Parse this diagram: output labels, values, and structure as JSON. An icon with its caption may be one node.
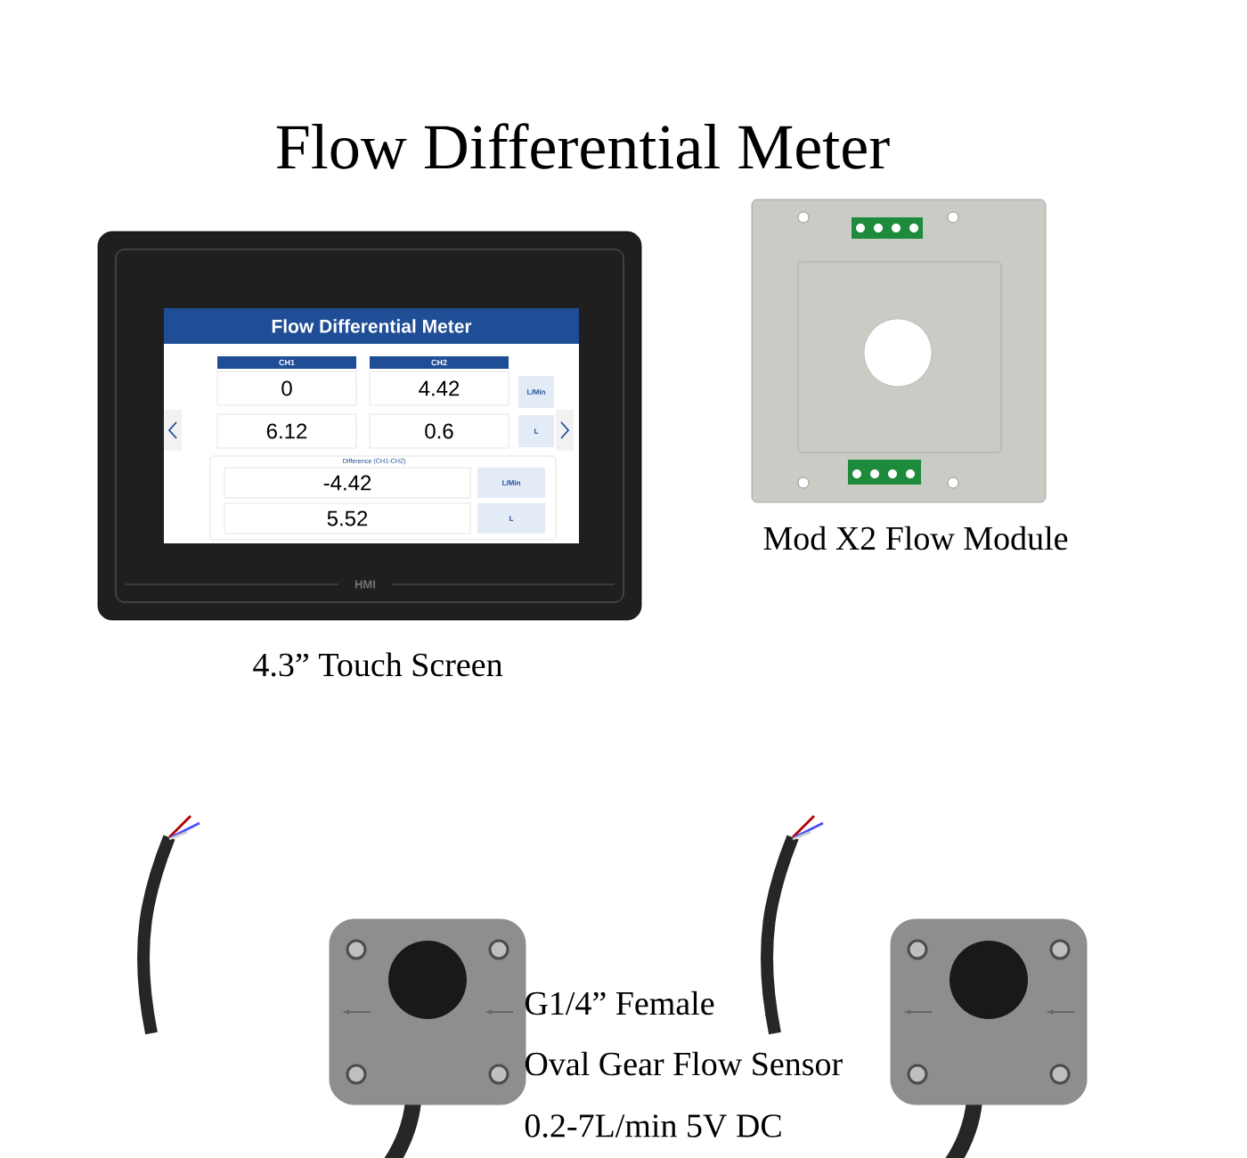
{
  "diagram": {
    "title": "Flow Differential Meter",
    "labels": [
      "Flow Differential Meter",
      "CH1",
      "CH2",
      "0",
      "4.42",
      "L/Min",
      "6.12",
      "0.6",
      "L",
      "Difference (CH1-CH2)",
      "-4.42",
      "L/Min",
      "5.52",
      "L",
      "HMI",
      "Mod X2 Flow Module",
      "4.3” Touch Screen",
      "G1/4” Female",
      "Oval Gear Flow Sensor",
      "0.2-7L/min 5V DC"
    ]
  }
}
